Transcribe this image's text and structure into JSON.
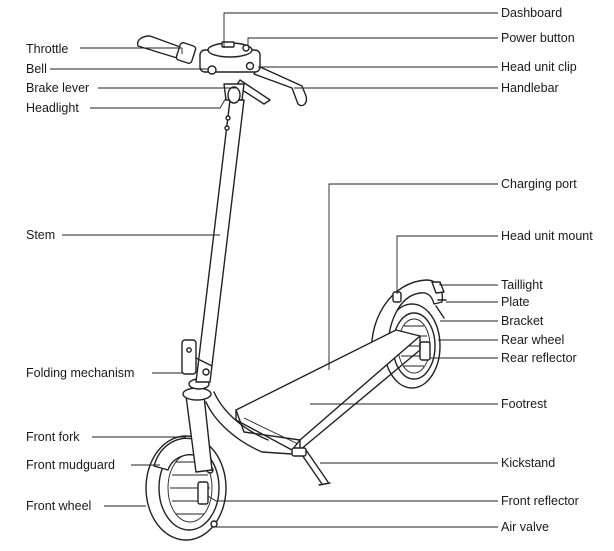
{
  "diagram": {
    "labels_left": [
      {
        "key": "throttle",
        "text": "Throttle"
      },
      {
        "key": "bell",
        "text": "Bell"
      },
      {
        "key": "brake_lever",
        "text": "Brake lever"
      },
      {
        "key": "headlight",
        "text": "Headlight"
      },
      {
        "key": "stem",
        "text": "Stem"
      },
      {
        "key": "folding_mechanism",
        "text": "Folding mechanism"
      },
      {
        "key": "front_fork",
        "text": "Front fork"
      },
      {
        "key": "front_mudguard",
        "text": "Front mudguard"
      },
      {
        "key": "front_wheel",
        "text": "Front wheel"
      }
    ],
    "labels_right": [
      {
        "key": "dashboard",
        "text": "Dashboard"
      },
      {
        "key": "power_button",
        "text": "Power button"
      },
      {
        "key": "head_unit_clip",
        "text": "Head unit clip"
      },
      {
        "key": "handlebar",
        "text": "Handlebar"
      },
      {
        "key": "charging_port",
        "text": "Charging port"
      },
      {
        "key": "head_unit_mount",
        "text": "Head unit mount"
      },
      {
        "key": "taillight",
        "text": "Taillight"
      },
      {
        "key": "plate",
        "text": "Plate"
      },
      {
        "key": "bracket",
        "text": "Bracket"
      },
      {
        "key": "rear_wheel",
        "text": "Rear wheel"
      },
      {
        "key": "rear_reflector",
        "text": "Rear reflector"
      },
      {
        "key": "footrest",
        "text": "Footrest"
      },
      {
        "key": "kickstand",
        "text": "Kickstand"
      },
      {
        "key": "front_reflector",
        "text": "Front reflector"
      },
      {
        "key": "air_valve",
        "text": "Air valve"
      }
    ]
  }
}
